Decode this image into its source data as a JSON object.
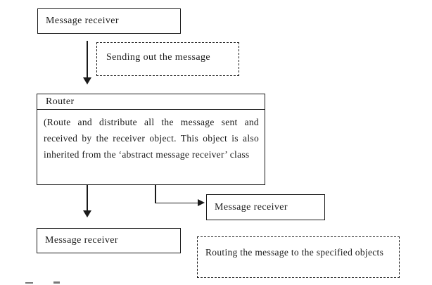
{
  "boxes": {
    "top_receiver": {
      "label": "Message receiver"
    },
    "router": {
      "title": "Router",
      "description": "(Route and distribute all the message sent and received by the receiver object. This object is also inherited from the ‘abstract message receiver’ class"
    },
    "right_receiver": {
      "label": "Message receiver"
    },
    "bottom_receiver": {
      "label": "Message receiver"
    }
  },
  "notes": {
    "sending": {
      "label": "Sending out the message"
    },
    "routing": {
      "label": "Routing the message to the specified objects"
    }
  },
  "colors": {
    "line": "#1a1a1a",
    "text": "#1a1a1a",
    "background": "#ffffff"
  }
}
